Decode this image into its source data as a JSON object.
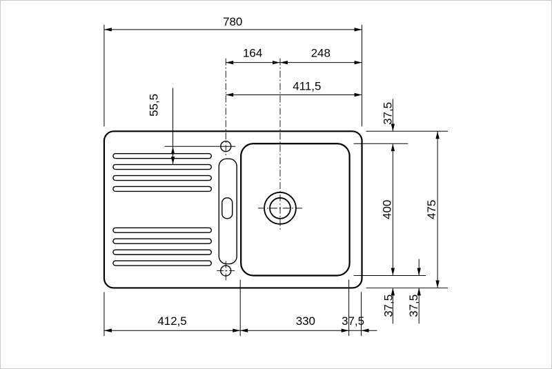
{
  "page": {
    "background_color": "#ffffff",
    "line_color": "#000000",
    "border_color": "#c9c9c9"
  },
  "drawing": {
    "kind": "technical-dimension-drawing",
    "subject": "inset-kitchen-sink-top-view",
    "units": "mm"
  },
  "dimensions": {
    "total_width": "780",
    "tap_center_to_drain_center": "164",
    "drain_center_to_right_edge": "248",
    "tap_center_to_right_edge": "411,5",
    "tap_hole_offset": "55,5",
    "basin_top_margin": "37,5",
    "basin_depth": "400",
    "total_depth": "475",
    "basin_bottom_margin": "37,5",
    "basin_bottom_margin_alt": "37,5",
    "drainer_width": "412,5",
    "basin_width": "330",
    "basin_right_margin": "37,5"
  }
}
